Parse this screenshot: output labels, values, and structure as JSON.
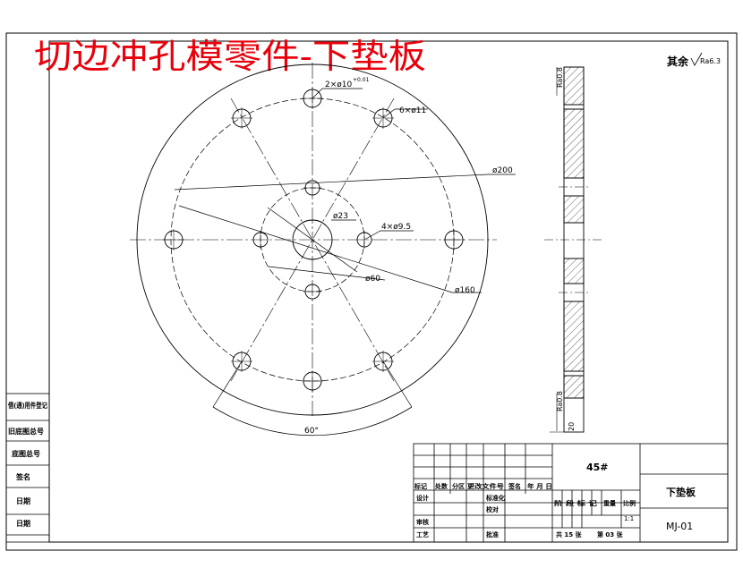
{
  "header": {
    "title": "切边冲孔模零件-下垫板",
    "roughness_note": "其余",
    "roughness_value": "Ra6.3",
    "title_color": "#e8000b"
  },
  "front_view": {
    "dims": {
      "holes_top": "2×ø10",
      "holes_top_tol": "+0.01",
      "holes_six": "6×ø11",
      "dia_outer": "ø200",
      "dia_23": "ø23",
      "holes_four": "4×ø9.5",
      "dia_60": "ø60",
      "dia_160": "ø160",
      "angle": "60°"
    }
  },
  "side_view": {
    "rough_top": "Ra0.8",
    "rough_bottom": "Ra0.8",
    "thickness": "20"
  },
  "left_strip": {
    "labels": [
      "借(通)用件登记",
      "旧底图总号",
      "底图总号",
      "签名",
      "日期",
      "日期"
    ]
  },
  "title_block": {
    "material": "45#",
    "part_name": "下垫板",
    "drawing_no": "MJ-01",
    "revision_headers": [
      "标记",
      "处数",
      "分区",
      "更改文件号",
      "签名",
      "年 月 日"
    ],
    "design": "设计",
    "standardize": "标准化",
    "check": "审核",
    "audit": "校对",
    "process": "工艺",
    "approve": "批准",
    "stage_mark": "阶 段 标 记",
    "weight": "重量",
    "scale_label": "比例",
    "scale_value": "1:1",
    "sheets": "共 15 张",
    "sheet_no": "第 03 张"
  }
}
